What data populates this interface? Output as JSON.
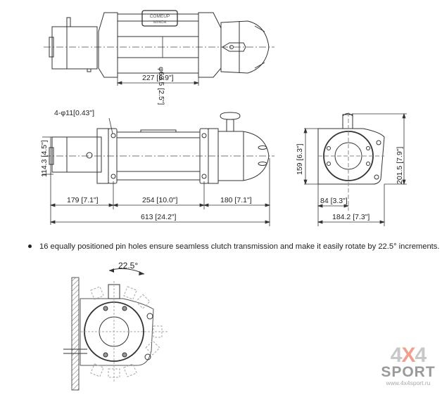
{
  "top_view": {
    "brand_plate_line1": "COMEUP",
    "brand_plate_line2": "WINCH",
    "drum_diameter_label": "φ63.5 [2.5\"]",
    "drum_length_label": "227 [8.9\"]"
  },
  "front_view": {
    "hole_label": "4-φ11[0.43\"]",
    "height_label": "114.3 [4.5\"]",
    "dim_left": "179 [7.1\"]",
    "dim_center": "254 [10.0\"]",
    "dim_right": "180 [7.1\"]",
    "dim_total": "613 [24.2\"]"
  },
  "side_view": {
    "height_inner_label": "159 [6.3\"]",
    "height_total_label": "201.5 [7.9\"]",
    "width_offset_label": "84 [3.3\"]",
    "width_total_label": "184.2 [7.3\"]"
  },
  "feature_note": {
    "text": "16 equally positioned pin holes ensure seamless clutch transmission and make it easily rotate by 22.5° increments."
  },
  "rotation_view": {
    "angle_label": "22.5°"
  },
  "watermark": {
    "logo_digit_left": "4",
    "logo_x": "X",
    "logo_digit_right": "4",
    "logo_word": "SPORT",
    "logo_url": "www.4x4sport.ru",
    "accent_color": "#f0a090"
  }
}
